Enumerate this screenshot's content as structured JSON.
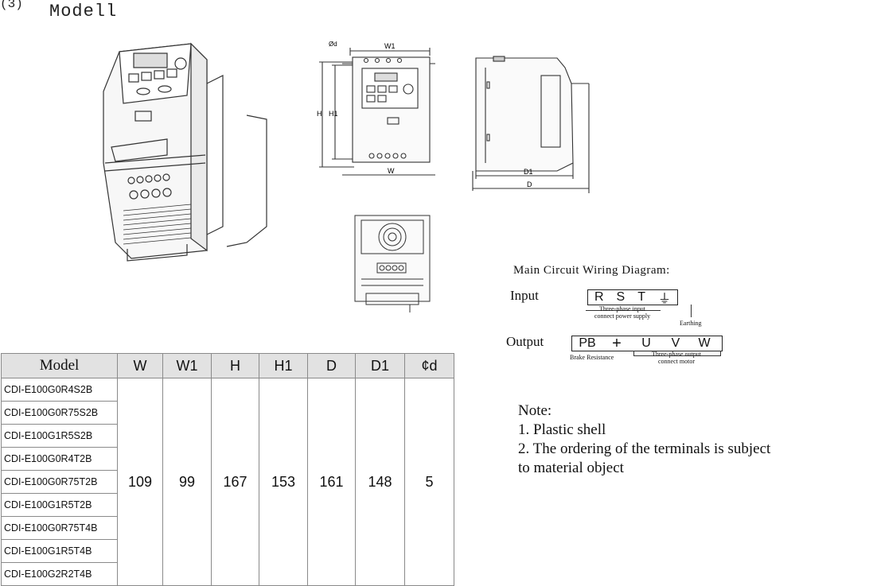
{
  "header": {
    "index_mark": "(3)",
    "title": "Modell"
  },
  "dimensions": {
    "d_hole": "Ød",
    "w1": "W1",
    "h": "H",
    "h1": "H1",
    "w": "W",
    "d1": "D1",
    "d": "D"
  },
  "table": {
    "headers": [
      "Model",
      "W",
      "W1",
      "H",
      "H1",
      "D",
      "D1",
      "¢d"
    ],
    "models": [
      "CDI-E100G0R4S2B",
      "CDI-E100G0R75S2B",
      "CDI-E100G1R5S2B",
      "CDI-E100G0R4T2B",
      "CDI-E100G0R75T2B",
      "CDI-E100G1R5T2B",
      "CDI-E100G0R75T4B",
      "CDI-E100G1R5T4B",
      "CDI-E100G2R2T4B"
    ],
    "values": [
      "109",
      "99",
      "167",
      "153",
      "161",
      "148",
      "5"
    ]
  },
  "wiring": {
    "title": "Main Circuit Wiring Diagram:",
    "input_label": "Input",
    "output_label": "Output",
    "input_terminals": [
      "R",
      "S",
      "T"
    ],
    "earthing_symbol": "⏚",
    "input_note_line1": "Three-phase input",
    "input_note_line2": "connect power supply",
    "earthing_label": "Earthing",
    "output_terminals": [
      "PB",
      "+",
      "U",
      "V",
      "W"
    ],
    "brake_label": "Brake Resistance",
    "output_note_line1": "Three-phase output",
    "output_note_line2": "connect motor"
  },
  "note": {
    "title": "Note:",
    "line1": "1. Plastic shell",
    "line2": "2. The ordering of the terminals is subject",
    "line3": "to material object"
  }
}
